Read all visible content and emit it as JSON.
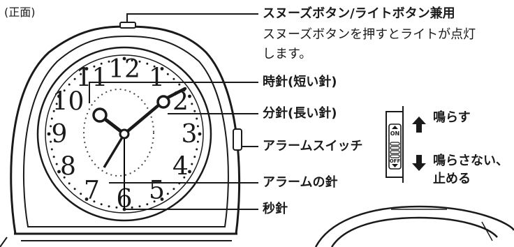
{
  "view_label": "(正面)",
  "callouts": {
    "snooze_light": "スヌーズボタン/ライトボタン兼用",
    "snooze_desc_line1": "スヌーズボタンを押すとライトが点灯",
    "snooze_desc_line2": "します。",
    "hour_hand": "時針(短い針)",
    "minute_hand": "分針(長い針)",
    "alarm_switch": "アラームスイッチ",
    "alarm_hand": "アラームの針",
    "second_hand": "秒針"
  },
  "switch_detail": {
    "on_label": "ON",
    "off_label": "OFF",
    "up_action": "鳴らす",
    "down_action_line1": "鳴らさない、",
    "down_action_line2": "止める"
  },
  "dial_numbers": [
    "12",
    "1",
    "2",
    "3",
    "4",
    "5",
    "6",
    "7",
    "8",
    "9",
    "10",
    "11"
  ]
}
